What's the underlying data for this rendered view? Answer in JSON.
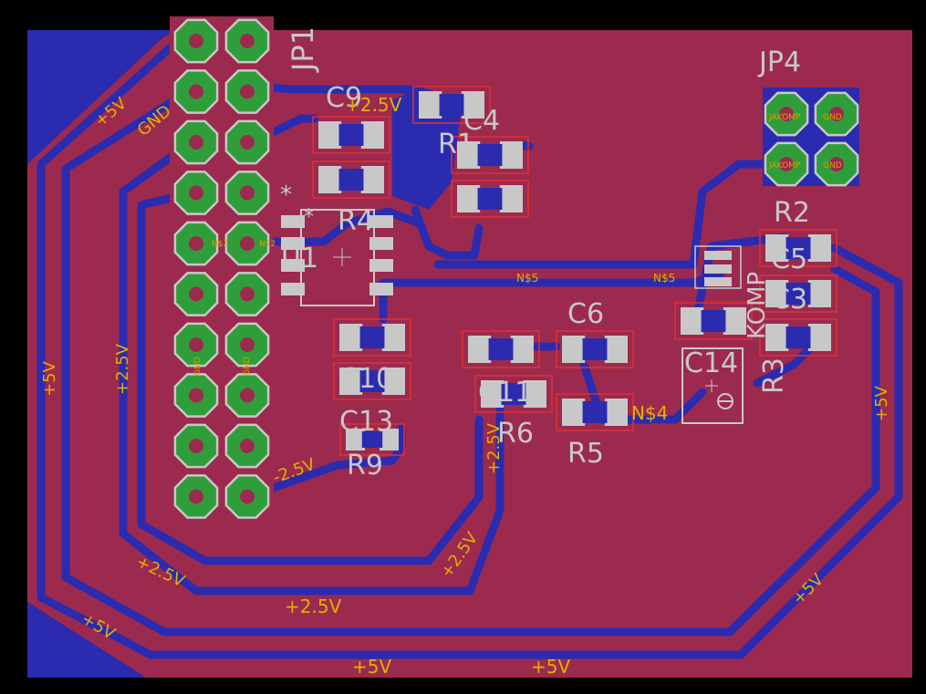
{
  "colors": {
    "background": "#000000",
    "copper_top": "#9c2a4e",
    "copper_bottom": "#2b2bb0",
    "pad": "#2f9e3a",
    "pad_ring": "#c8c8c8",
    "smd_pad": "#c8c8c8",
    "silk": "#c8c8c8",
    "net_label": "#e0b000"
  },
  "header_JP1": {
    "designator": "JP1"
  },
  "header_JP4": {
    "designator": "JP4",
    "pin_labels": [
      "JAKOMP",
      "GND",
      "JAKOMP",
      "GND"
    ]
  },
  "components": {
    "C9": "C9",
    "C4": "C4",
    "R1": "R1",
    "R4": "R4",
    "U1": "U1",
    "C6": "C6",
    "C10": "C10",
    "C13": "C13",
    "C11": "C11",
    "R9": "R9",
    "R6": "R6",
    "R5": "R5",
    "R2": "R2",
    "C5": "C5",
    "C3": "C3",
    "C14": "C14",
    "R3": "R3",
    "KOMP": "KOMP"
  },
  "markers": {
    "asterisk1": "*",
    "asterisk2": "*"
  },
  "net_labels": {
    "p5v_top_left": "+5V",
    "gnd_top_left": "GND",
    "p25v_top": "+2.5V",
    "p5v_left": "+5V",
    "p25v_left": "+2.5V",
    "p25v_bottom_left": "+2.5V",
    "p25v_bottom": "+2.5V",
    "p5v_bottom_left": "+5V",
    "p5v_bottom1": "+5V",
    "p5v_bottom2": "+5V",
    "p25v_diag": "+2.5V",
    "m25v": "-2.5V",
    "p25v_mid": "+2.5V",
    "ns4": "N$4",
    "p5v_right": "+5V",
    "p5v_bottom_right": "+5V",
    "ns5_a": "N$5",
    "ns5_b": "N$5"
  },
  "pin_labels": {
    "ns2_a": "N$2",
    "ns2_b": "N$2",
    "gnd1": "GND",
    "gnd2": "GND"
  }
}
